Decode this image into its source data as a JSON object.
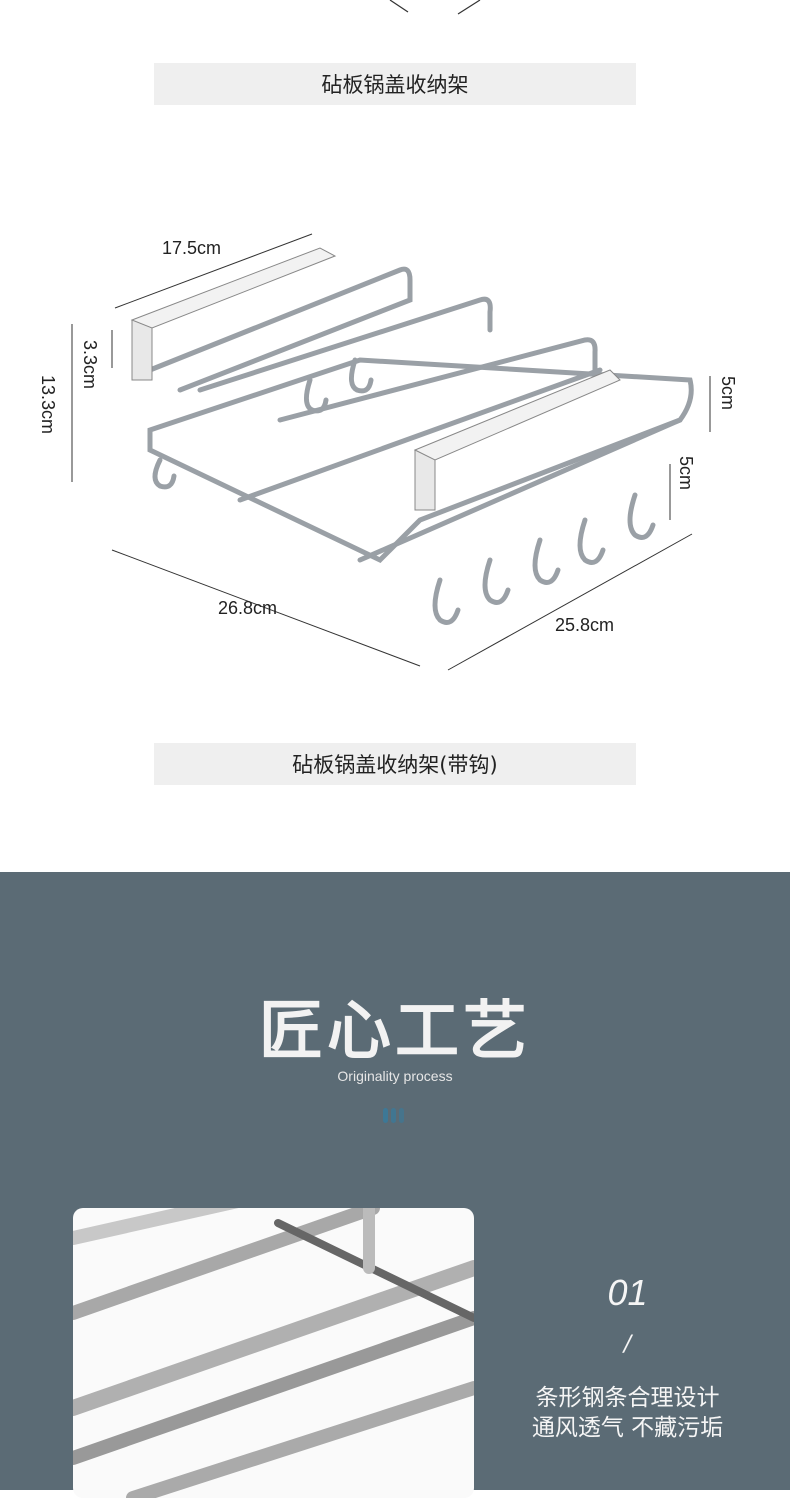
{
  "captions": {
    "rack1": "砧板锅盖收纳架",
    "rack2": "砧板锅盖收纳架(带钩)"
  },
  "dimensions": {
    "width_top": "17.5cm",
    "height_small": "3.3cm",
    "height_total": "13.3cm",
    "depth": "26.8cm",
    "length": "25.8cm",
    "gap_top": "5cm",
    "hook": "5cm"
  },
  "section": {
    "title": "匠心工艺",
    "subtitle": "Originality process"
  },
  "feature": {
    "number": "01",
    "slash": "/",
    "line1": "条形钢条合理设计",
    "line2": "通风透气 不藏污垢"
  },
  "colors": {
    "section_bg": "#5b6b75",
    "accent": "#3d7896"
  }
}
